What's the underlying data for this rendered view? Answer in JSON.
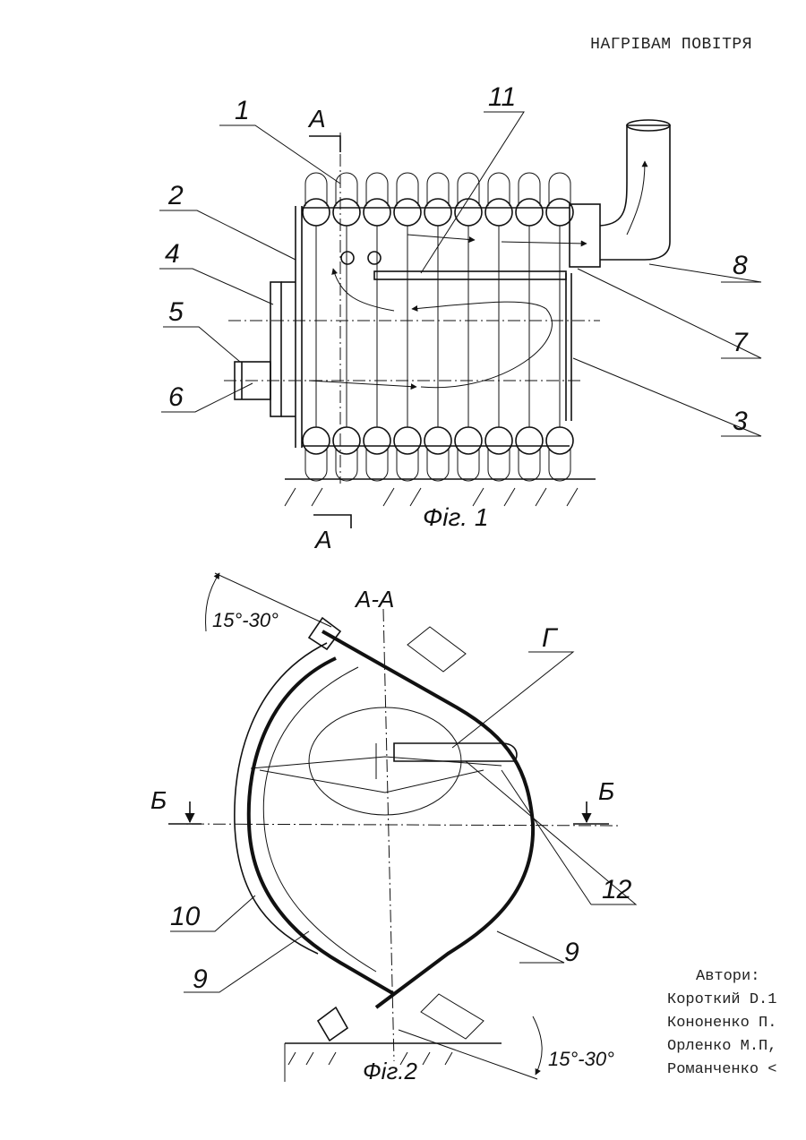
{
  "document": {
    "header_title": "НАГРІВАМ ПОВІТРЯ"
  },
  "figure1": {
    "caption": "Фіг. 1",
    "section_mark": "A",
    "labels": [
      "1",
      "2",
      "4",
      "5",
      "6",
      "11",
      "8",
      "7",
      "3"
    ]
  },
  "figure2": {
    "caption": "Фіг.2",
    "section_title": "А-А",
    "angle_top": "15°-30°",
    "angle_bottom": "15°-30°",
    "mark_g": "Г",
    "mark_b": "Б",
    "labels": [
      "10",
      "9",
      "9",
      "12"
    ]
  },
  "authors": {
    "heading": "Автори:",
    "names": [
      "Короткий D.1",
      "Кононенко П.",
      "Орленко М.П,",
      "Романченко <"
    ]
  }
}
